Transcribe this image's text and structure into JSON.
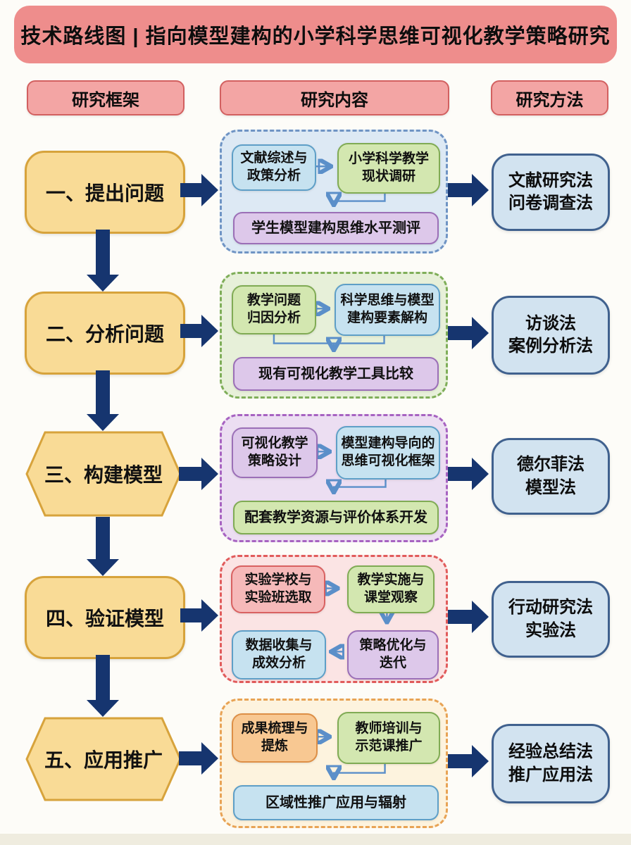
{
  "title": "技术路线图 | 指向模型建构的小学科学思维可视化教学策略研究",
  "column_headers": {
    "framework": "研究框架",
    "content": "研究内容",
    "method": "研究方法"
  },
  "rows": [
    {
      "stage": "一、提出问题",
      "content": {
        "box_a": {
          "line1": "文献综述与",
          "line2": "政策分析"
        },
        "box_b": {
          "line1": "小学科学教学",
          "line2": "现状调研"
        },
        "box_wide": "学生模型建构思维水平测评"
      },
      "method": {
        "line1": "文献研究法",
        "line2": "问卷调查法"
      }
    },
    {
      "stage": "二、分析问题",
      "content": {
        "box_a": {
          "line1": "教学问题",
          "line2": "归因分析"
        },
        "box_b": {
          "line1": "科学思维与模型",
          "line2": "建构要素解构"
        },
        "box_wide": "现有可视化教学工具比较"
      },
      "method": {
        "line1": "访谈法",
        "line2": "案例分析法"
      }
    },
    {
      "stage": "三、构建模型",
      "content": {
        "box_a": {
          "line1": "可视化教学",
          "line2": "策略设计"
        },
        "box_b": {
          "line1": "模型建构导向的",
          "line2": "思维可视化框架"
        },
        "box_wide": "配套教学资源与评价体系开发"
      },
      "method": {
        "line1": "德尔菲法",
        "line2": "模型法"
      }
    },
    {
      "stage": "四、验证模型",
      "content": {
        "box_a": {
          "line1": "实验学校与",
          "line2": "实验班选取"
        },
        "box_b": {
          "line1": "教学实施与",
          "line2": "课堂观察"
        },
        "box_c": {
          "line1": "数据收集与",
          "line2": "成效分析"
        },
        "box_d": {
          "line1": "策略优化与",
          "line2": "迭代"
        }
      },
      "method": {
        "line1": "行动研究法",
        "line2": "实验法"
      }
    },
    {
      "stage": "五、应用推广",
      "content": {
        "box_a": {
          "line1": "成果梳理与",
          "line2": "提炼"
        },
        "box_b": {
          "line1": "教师培训与",
          "line2": "示范课推广"
        },
        "box_wide": "区域性推广应用与辐射"
      },
      "method": {
        "line1": "经验总结法",
        "line2": "推广应用法"
      }
    }
  ],
  "colors": {
    "banner_bg": "#ee8d8c",
    "header_pill_bg": "#f3a5a4",
    "header_pill_border": "#d26060",
    "stage_fill": "#f9db96",
    "stage_border": "#d7a33c",
    "navy_arrow": "#16356f",
    "thin_arrow": "#5b8fc9",
    "method_fill": "#d2e3f0",
    "method_border": "#40618e",
    "group_blue": "#dde9f4",
    "group_green": "#e7f0d9",
    "group_purple": "#ecdef2",
    "group_pink": "#fbe4e4",
    "group_orange": "#fdf3de"
  }
}
